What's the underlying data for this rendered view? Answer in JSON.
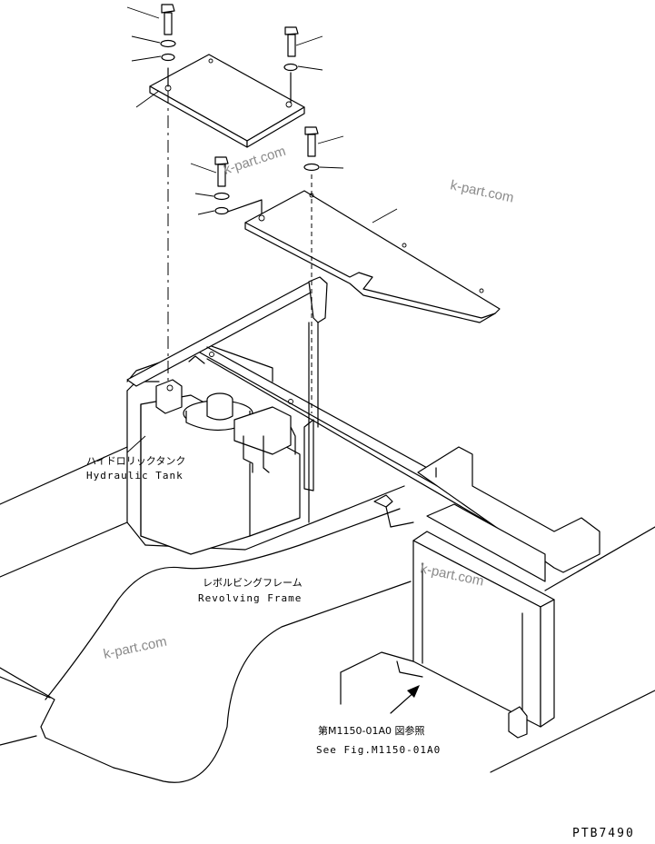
{
  "labels": {
    "hydraulic_tank_jp": "ハイドロリックタンク",
    "hydraulic_tank_en": "Hydraulic Tank",
    "revolving_frame_jp": "レボルビングフレーム",
    "revolving_frame_en": "Revolving Frame",
    "see_fig_jp": "第M1150-01A0 図参照",
    "see_fig_en": "See Fig.M1150-01A0"
  },
  "watermark": "k-part.com",
  "drawing_code": "PTB7490"
}
